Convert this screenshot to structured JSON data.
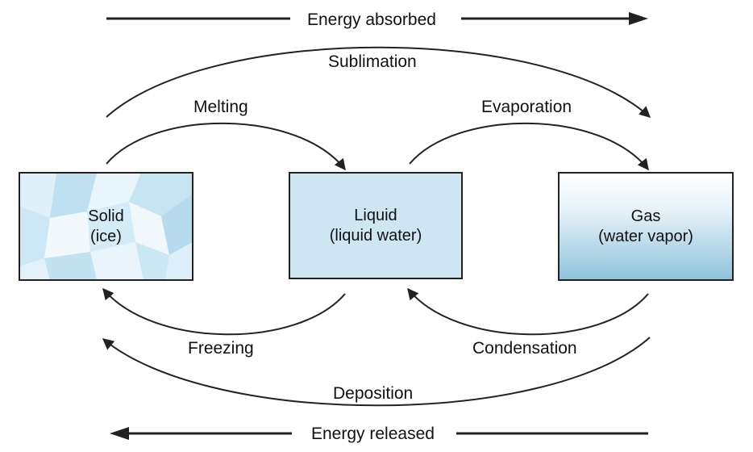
{
  "top_arrow_label": "Energy absorbed",
  "bottom_arrow_label": "Energy released",
  "states": {
    "solid": {
      "title": "Solid",
      "subtitle": "(ice)"
    },
    "liquid": {
      "title": "Liquid",
      "subtitle": "(liquid water)"
    },
    "gas": {
      "title": "Gas",
      "subtitle": "(water vapor)"
    }
  },
  "processes": {
    "sublimation": "Sublimation",
    "melting": "Melting",
    "evaporation": "Evaporation",
    "freezing": "Freezing",
    "condensation": "Condensation",
    "deposition": "Deposition"
  },
  "colors": {
    "ice_fill": "#cfe8f5",
    "liquid_fill": "#cde6f2",
    "gas_top": "#ffffff",
    "gas_bottom": "#8ec3dc",
    "stroke": "#222222"
  }
}
